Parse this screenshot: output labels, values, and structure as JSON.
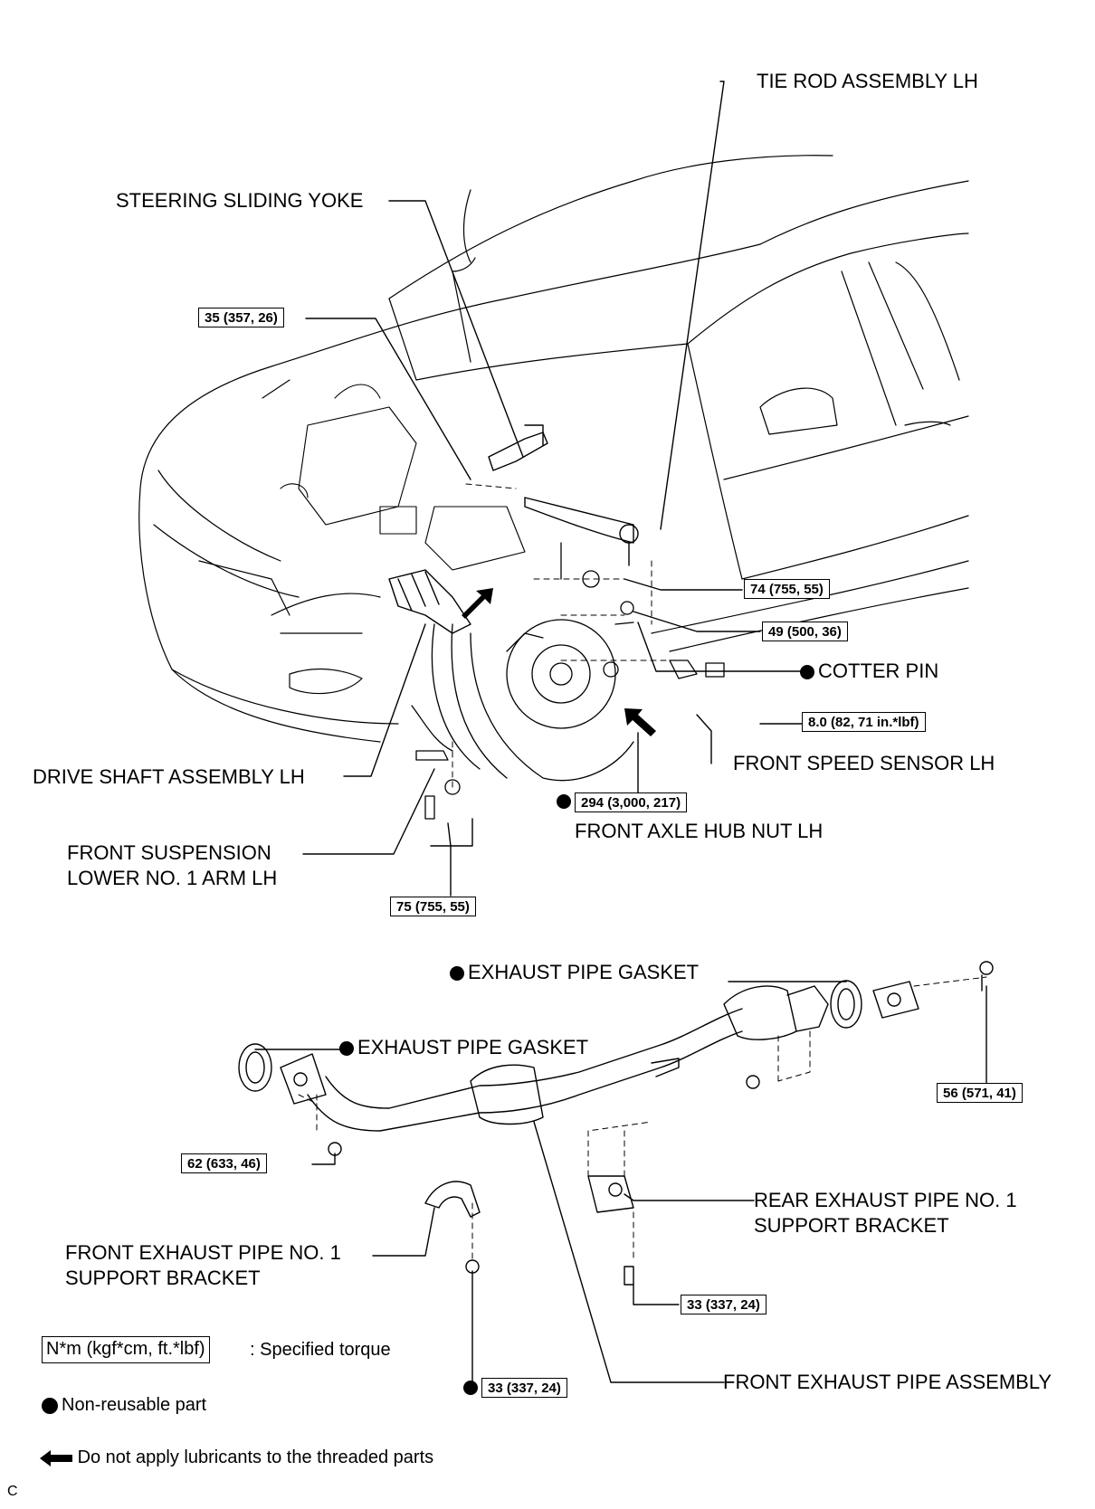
{
  "labels": {
    "tie_rod": "TIE ROD ASSEMBLY LH",
    "steering_yoke": "STEERING SLIDING YOKE",
    "cotter_pin": "COTTER PIN",
    "front_speed_sensor": "FRONT SPEED SENSOR LH",
    "drive_shaft": "DRIVE SHAFT ASSEMBLY LH",
    "front_axle_hub_nut": "FRONT AXLE HUB NUT LH",
    "front_suspension_line1": "FRONT SUSPENSION",
    "front_suspension_line2": "LOWER NO. 1 ARM LH",
    "exhaust_gasket_top": "EXHAUST PIPE GASKET",
    "exhaust_gasket_left": "EXHAUST PIPE GASKET",
    "rear_support_line1": "REAR EXHAUST PIPE NO. 1",
    "rear_support_line2": "SUPPORT BRACKET",
    "front_support_line1": "FRONT EXHAUST PIPE NO. 1",
    "front_support_line2": "SUPPORT BRACKET",
    "front_exhaust_pipe": "FRONT EXHAUST PIPE ASSEMBLY"
  },
  "torques": {
    "t35": "35 (357, 26)",
    "t74": "74 (755, 55)",
    "t49": "49 (500, 36)",
    "t8": "8.0 (82, 71 in.*lbf)",
    "t294": "294 (3,000, 217)",
    "t75": "75 (755, 55)",
    "t56": "56 (571, 41)",
    "t62": "62 (633, 46)",
    "t33a": "33 (337, 24)",
    "t33b": "33 (337, 24)"
  },
  "legend": {
    "torque_box": "N*m (kgf*cm, ft.*lbf)",
    "torque_text": ": Specified torque",
    "nonreusable": "Non-reusable part",
    "no_lube": "Do not apply lubricants to the threaded parts"
  },
  "corner_mark": "C"
}
